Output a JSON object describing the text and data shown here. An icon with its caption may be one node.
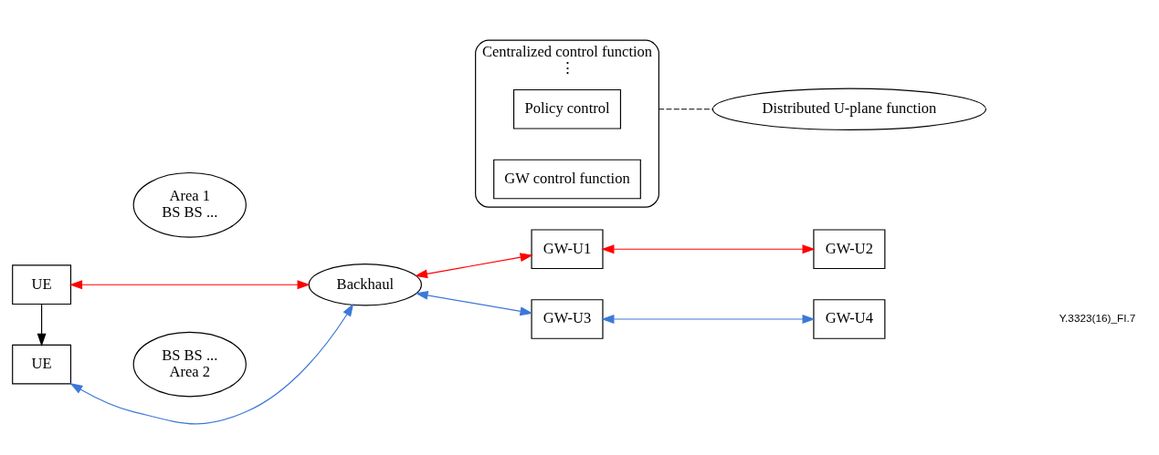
{
  "diagram": {
    "nodes": [
      {
        "text": [
          "UE"
        ]
      },
      {
        "text": [
          "Area 1",
          "BS BS ..."
        ]
      },
      {
        "text": [
          "UE"
        ]
      },
      {
        "text": [
          "BS BS ...",
          "Area 2"
        ]
      },
      {
        "text": [
          "Backhaul"
        ]
      },
      {
        "text": [
          "Centralized control function",
          "⋮"
        ]
      },
      {
        "text": [
          "Policy control"
        ],
        "in": 5
      },
      {
        "text": [
          "GW control function"
        ],
        "in": 5
      },
      {
        "text": [
          "Distributed U-plane function"
        ]
      },
      {
        "text": [
          "GW-U1"
        ]
      },
      {
        "text": [
          "GW-U2"
        ]
      },
      {
        "text": [
          "GW-U3"
        ]
      },
      {
        "text": [
          "GW-U4"
        ]
      }
    ],
    "edges": [
      {
        "from": 0,
        "to": 2,
        "arrow": "to",
        "color": "#000000"
      },
      {
        "from": 0,
        "to": 4,
        "arrow": "both",
        "color": "#ff0000"
      },
      {
        "from": 2,
        "to": 4,
        "arrow": "both",
        "color": "#3c78d8"
      },
      {
        "from": 4,
        "to": 9,
        "arrow": "both",
        "color": "#ff0000"
      },
      {
        "from": 9,
        "to": 10,
        "arrow": "both",
        "color": "#ff0000"
      },
      {
        "from": 4,
        "to": 11,
        "arrow": "both",
        "color": "#3c78d8"
      },
      {
        "from": 11,
        "to": 12,
        "arrow": "both",
        "color": "#3c78d8"
      },
      {
        "from": 5,
        "to": 8,
        "arrow": "none",
        "style": "dashed",
        "color": "#000000"
      }
    ],
    "labels": [
      "Y.3323(16)_FI.7"
    ]
  }
}
